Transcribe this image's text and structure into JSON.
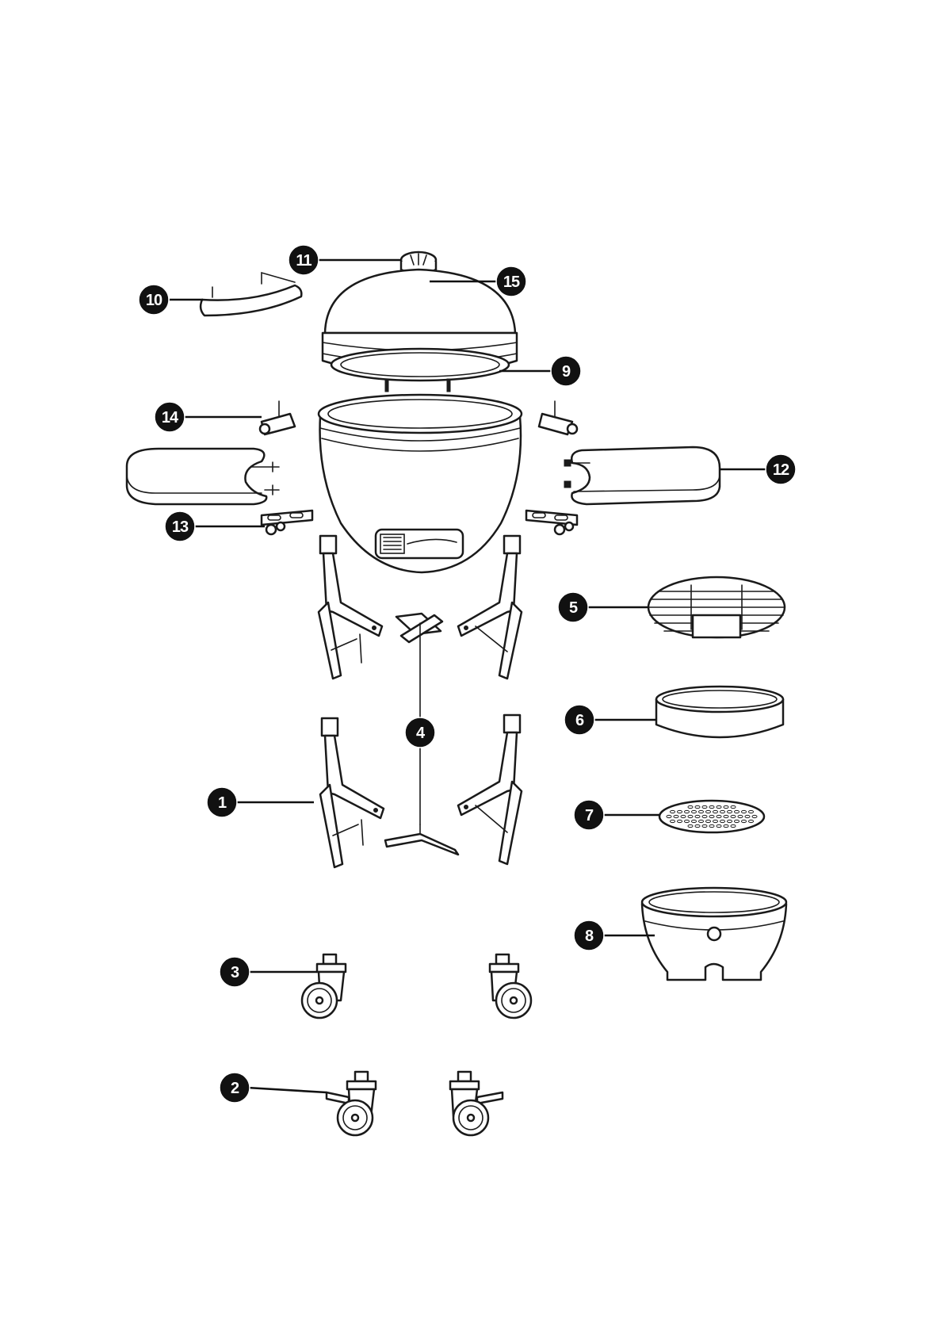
{
  "callouts": {
    "n1": "1",
    "n2": "2",
    "n3": "3",
    "n4": "4",
    "n5": "5",
    "n6": "6",
    "n7": "7",
    "n8": "8",
    "n9": "9",
    "n10": "10",
    "n11": "11",
    "n12": "12",
    "n13": "13",
    "n14": "14",
    "n15": "15"
  },
  "colors": {
    "line": "#1a1a1a",
    "badge": "#111111",
    "background": "#ffffff"
  }
}
